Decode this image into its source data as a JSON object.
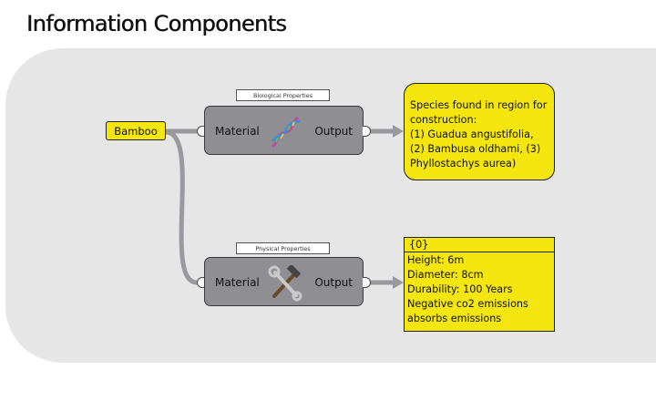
{
  "page": {
    "title": "Information Components"
  },
  "input": {
    "label": "Bamboo"
  },
  "components": {
    "biological": {
      "caption": "Biological Properties",
      "input_label": "Material",
      "output_label": "Output",
      "icon": "dna-icon"
    },
    "physical": {
      "caption": "Physical Properties",
      "input_label": "Material",
      "output_label": "Output",
      "icon": "hammer-wrench-icon"
    }
  },
  "panels": {
    "species": {
      "lines": [
        "Species found in region for",
        "construction:",
        "(1) Guadua angustifolia,",
        "(2) Bambusa oldhami, (3)",
        "Phyllostachys aurea)"
      ]
    },
    "physical_values": {
      "header": "{0}",
      "lines": [
        "Height: 6m",
        "Diameter: 8cm",
        "Durability: 100 Years",
        "Negative co2 emissions",
        "absorbs emissions"
      ]
    }
  },
  "colors": {
    "canvas": "#e6e6e6",
    "component": "#8e8e93",
    "panel": "#f5e60f",
    "wire": "#9a9a9e"
  }
}
